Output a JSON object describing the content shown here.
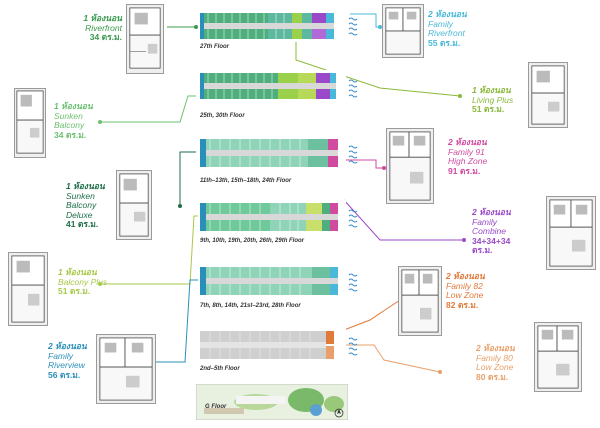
{
  "units": {
    "riverfront_1": {
      "title": "1 ห้องนอน",
      "name": "Riverfront",
      "size": "34 ตร.ม.",
      "color": "#3a9a4e"
    },
    "sunken_balcony": {
      "title": "1 ห้องนอน",
      "name": "Sunken Balcony",
      "size": "34 ตร.ม.",
      "color": "#6cc070"
    },
    "sunken_deluxe": {
      "title": "1 ห้องนอน",
      "name": "Sunken Balcony Deluxe",
      "size": "41 ตร.ม.",
      "color": "#1f6e4a"
    },
    "balcony_plus": {
      "title": "1 ห้องนอน",
      "name": "Balcony Plus",
      "size": "51 ตร.ม.",
      "color": "#a8c84a"
    },
    "family_riverview": {
      "title": "2 ห้องนอน",
      "name": "Family Riverview",
      "size": "56 ตร.ม.",
      "color": "#2a8fb8"
    },
    "family_riverfront": {
      "title": "2 ห้องนอน",
      "name": "Family Riverfront",
      "size": "55 ตร.ม.",
      "color": "#4ab8d8"
    },
    "living_plus": {
      "title": "1 ห้องนอน",
      "name": "Living Plus",
      "size": "51 ตร.ม.",
      "color": "#8ab83a"
    },
    "family_91": {
      "title": "2 ห้องนอน",
      "name": "Family 91 High Zone",
      "size": "91 ตร.ม.",
      "color": "#d04aa0"
    },
    "family_combine": {
      "title": "2 ห้องนอน",
      "name": "Family Combine",
      "size": "34+34+34 ตร.ม.",
      "color": "#9a4ac8"
    },
    "family_82": {
      "title": "2 ห้องนอน",
      "name": "Family 82 Low Zone",
      "size": "82 ตร.ม.",
      "color": "#e07a3a"
    },
    "family_80": {
      "title": "2 ห้องนอน",
      "name": "Family 80 Low Zone",
      "size": "80 ตร.ม.",
      "color": "#e8a06a"
    }
  },
  "floors": {
    "f27": "27th Floor",
    "f25": "25th, 30th Floor",
    "f11": "11th–13th, 15th–18th, 24th Floor",
    "f9": "9th, 10th, 19th, 20th, 26th, 29th Floor",
    "f7": "7th, 8th, 14th, 21st–23rd, 28th Floor",
    "f2": "2nd–5th Floor",
    "g": "G Floor"
  },
  "icons": {
    "river": "river-wave-icon",
    "compass": "north-arrow-icon"
  }
}
